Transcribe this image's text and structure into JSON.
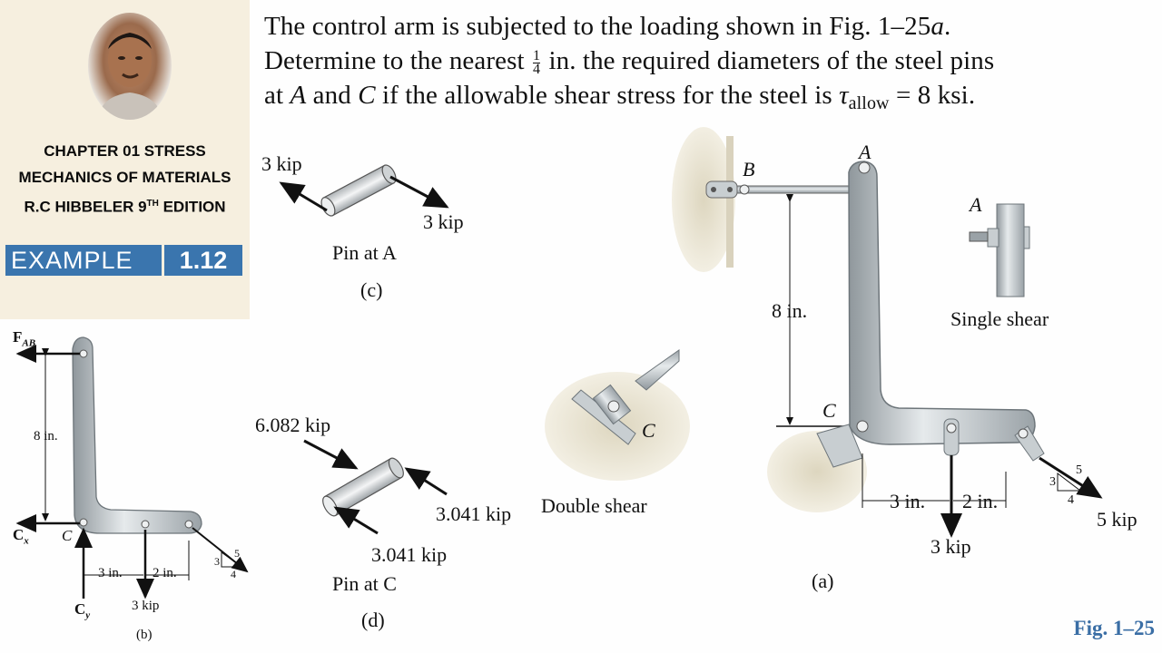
{
  "book": {
    "chapter": "CHAPTER 01  STRESS",
    "subject": "MECHANICS OF MATERIALS",
    "author_edition": "R.C HIBBELER 9",
    "edition_sup": "TH",
    "edition_suffix": " EDITION"
  },
  "example": {
    "label": "EXAMPLE",
    "number": "1.12"
  },
  "problem": {
    "line1_a": "The control arm is subjected to the loading shown in Fig. 1–25",
    "line1_b": "a",
    "line1_c": ".",
    "line2_a": "Determine to the nearest ",
    "fraction_num": "1",
    "fraction_den": "4",
    "line2_b": " in. the required diameters of the steel pins",
    "line3_a": "at ",
    "pin_a": "A",
    "line3_b": " and ",
    "pin_c": "C",
    "line3_c": " if the allowable shear stress for the steel is ",
    "tau": "τ",
    "tau_sub": "allow",
    "line3_d": " = 8 ksi."
  },
  "fig_c": {
    "force_left": "3 kip",
    "force_right": "3 kip",
    "caption": "Pin at A",
    "tag": "(c)"
  },
  "fig_d": {
    "force_top": "6.082 kip",
    "force_right": "3.041 kip",
    "force_bottom": "3.041 kip",
    "caption": "Pin at C",
    "tag": "(d)"
  },
  "double_shear": {
    "label": "Double shear",
    "pin_label": "C"
  },
  "fig_a": {
    "label_b": "B",
    "label_a": "A",
    "label_c": "C",
    "dim_vertical": "8 in.",
    "dim_3in": "3 in.",
    "dim_2in": "2 in.",
    "load_down": "3 kip",
    "load_incline": "5 kip",
    "tri_3": "3",
    "tri_4": "4",
    "tri_5": "5",
    "single_shear": "Single shear",
    "single_shear_label": "A",
    "tag": "(a)"
  },
  "fig_b": {
    "f_ab": "F",
    "f_ab_sub": "AB",
    "c_x": "C",
    "c_x_sub": "x",
    "c_y": "C",
    "c_y_sub": "y",
    "label_c": "C",
    "dim_vertical": "8 in.",
    "dim_3in": "3 in.",
    "dim_2in": "2 in.",
    "load_down": "3 kip",
    "tri_3": "3",
    "tri_4": "4",
    "tri_5": "5",
    "tag": "(b)"
  },
  "caption": "Fig. 1–25",
  "colors": {
    "example_bg": "#3a75ae",
    "panel_bg": "#f6efdf",
    "caption": "#3a6ea5"
  }
}
